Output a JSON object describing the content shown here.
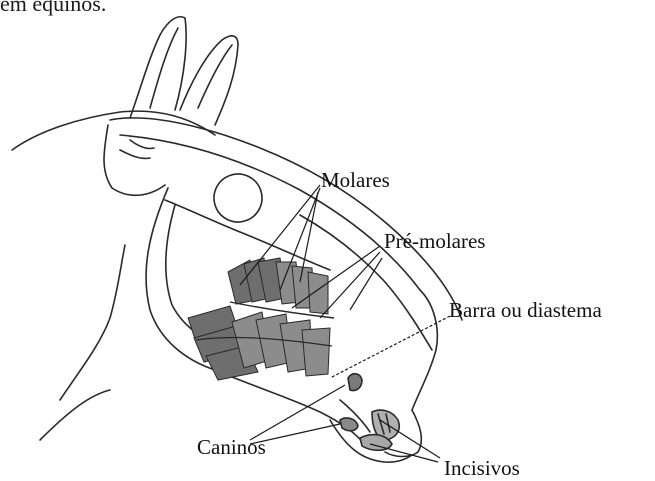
{
  "caption": "em equinos.",
  "labels": {
    "molares": "Molares",
    "premolares": "Pré-molares",
    "barra": "Barra ou diastema",
    "caninos": "Caninos",
    "incisivos": "Incisivos"
  },
  "colors": {
    "line": "#2a2a2a",
    "molar_teeth": "#6e6e6e",
    "premolar_teeth": "#8c8c8c",
    "incisor_teeth": "#a0a0a0",
    "background": "#ffffff"
  }
}
